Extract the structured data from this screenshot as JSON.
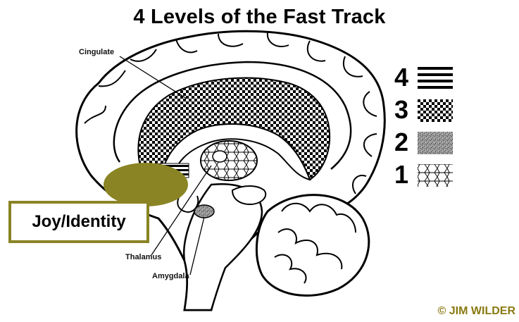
{
  "title": "4 Levels of the Fast Track",
  "labels": {
    "cingulate": "Cingulate",
    "thalamus": "Thalamus",
    "amygdala": "Amygdala"
  },
  "callout": {
    "text": "Joy/Identity",
    "border_color": "#8a8424",
    "fill_color": "#8a8424"
  },
  "legend": [
    {
      "number": "4",
      "pattern": "horizontal-lines"
    },
    {
      "number": "3",
      "pattern": "checkerboard"
    },
    {
      "number": "2",
      "pattern": "stipple"
    },
    {
      "number": "1",
      "pattern": "cells"
    }
  ],
  "copyright": "© JIM WILDER",
  "colors": {
    "olive": "#8a8424",
    "copyright": "#8a7a12"
  }
}
